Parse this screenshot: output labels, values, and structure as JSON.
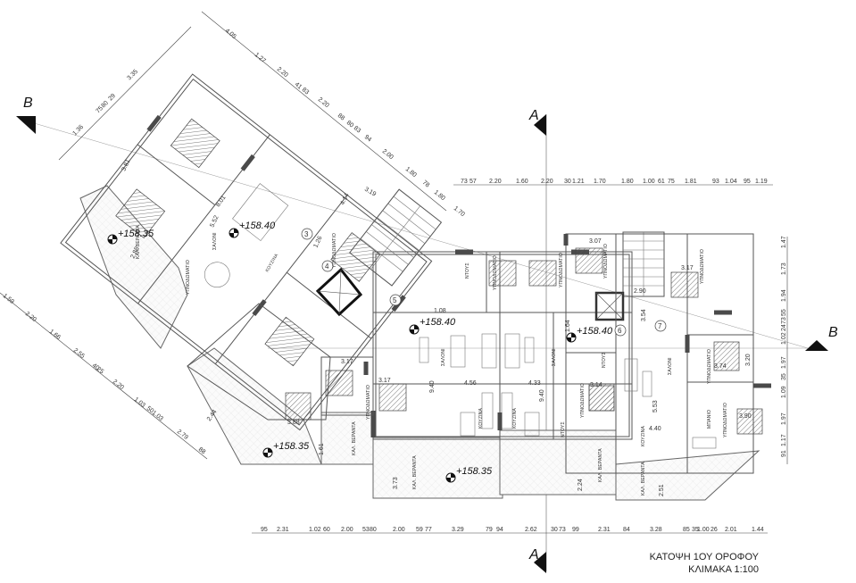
{
  "title_block": {
    "title": "ΚΑΤΟΨΗ 1ΟΥ ΟΡΟΦΟΥ",
    "scale": "ΚΛΙΜΑΚΑ 1:100"
  },
  "section_markers": {
    "a_top": "A",
    "a_bottom": "A",
    "b_left": "B",
    "b_right": "B"
  },
  "levels": {
    "l1": "+158.35",
    "l2": "+158.40",
    "l3": "+158.40",
    "l4": "+158.40",
    "l5": "+158.35",
    "l6": "+158.35"
  },
  "apartment_numbers": [
    "3",
    "4",
    "5",
    "6",
    "7"
  ],
  "room_labels": {
    "bedroom": "ΥΠΝΟΔΩΜΑΤΙΟ",
    "living": "ΣΑΛΟΝΙ",
    "kitchen": "ΚΟΥΖΙΝΑ",
    "wc": "ΝΤΟΥΣ",
    "bath": "ΜΠΑΝΙΟ",
    "veranda": "ΚΑΛ. ΒΕΡΑΝΤΑ"
  },
  "dimensions": {
    "top_right": [
      "73",
      "57",
      "2.20",
      "1.60",
      "2.20",
      "30",
      "1.21",
      "1.70",
      "1.80",
      "1.00",
      "61",
      "75",
      "1.81",
      "93",
      "1.04",
      "95",
      "1.19"
    ],
    "bottom": [
      "95",
      "2.31",
      "1.02",
      "60",
      "2.00",
      "53",
      "80",
      "2.00",
      "59",
      "77",
      "3.29",
      "79",
      "94",
      "2.62",
      "30",
      "73",
      "99",
      "2.31",
      "84",
      "3.28",
      "85",
      "35",
      "1.00",
      "26",
      "2.01",
      "1.44"
    ],
    "right": [
      "1.47",
      "1.73",
      "1.94",
      "55",
      "73",
      "24",
      "1.02",
      "1.97",
      "35",
      "1.09",
      "1.97",
      "1.17",
      "91"
    ],
    "top_diagonal": [
      "4.05",
      "1.27",
      "2.20",
      "41",
      "83",
      "2.20",
      "88",
      "80",
      "83",
      "94",
      "2.00",
      "1.80",
      "78",
      "1.80",
      "1.70"
    ],
    "left_diagonal": [
      "1.59",
      "2.20",
      "1.66",
      "2.55",
      "40",
      "25",
      "2.20",
      "1.03",
      "50",
      "1.03",
      "2.79",
      "88"
    ],
    "top_left_short": [
      "1.36",
      "75",
      "80",
      "29",
      "3.35"
    ],
    "interior": {
      "d_5_52": "5.52",
      "d_8_01": "8.01",
      "d_3_81": "3.81",
      "d_2_88": "2.88",
      "d_1_26": "1.26",
      "d_3_19": "3.19",
      "d_4_14": "4.14",
      "d_1_08": "1.08",
      "d_4_56": "4.56",
      "d_4_33": "4.33",
      "d_9_40a": "9.40",
      "d_9_40b": "9.40",
      "d_1_64": "1.64",
      "d_3_17a": "3.17",
      "d_3_17b": "3.17",
      "d_3_14": "3.14",
      "d_3_07": "3.07",
      "d_2_90": "2.90",
      "d_3_54": "3.54",
      "d_3_17c": "3.17",
      "d_3_20": "3.20",
      "d_3_74": "3.74",
      "d_5_53": "5.53",
      "d_4_40": "4.40",
      "d_3_88": "3.88",
      "d_2_44": "2.44",
      "d_1_61": "1.61",
      "d_3_73": "3.73",
      "d_2_24": "2.24",
      "d_2_51": "2.51",
      "d_3_90": "3.90"
    }
  }
}
